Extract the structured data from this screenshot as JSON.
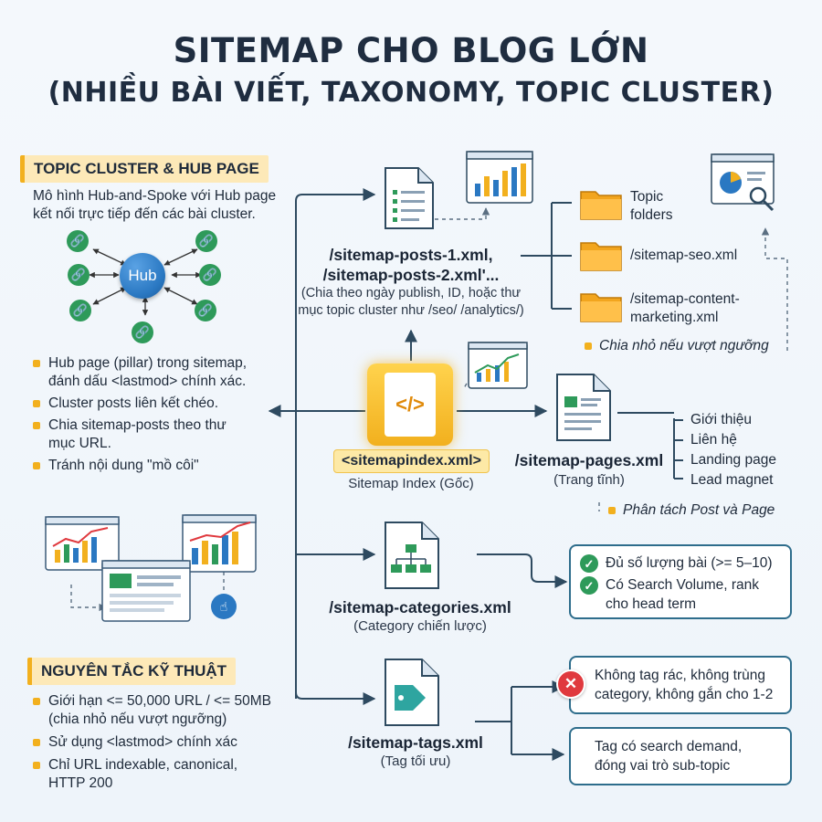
{
  "title": {
    "line1": "SITEMAP CHO BLOG LỚN",
    "line2": "(NHIỀU BÀI VIẾT, TAXONOMY, TOPIC CLUSTER)"
  },
  "topic_cluster": {
    "heading": "TOPIC CLUSTER & HUB PAGE",
    "desc_line1": "Mô hình Hub-and-Spoke với Hub page",
    "desc_line2": "kết nối trực tiếp đến các bài cluster.",
    "hub_label": "Hub",
    "bullets": [
      {
        "l1": "Hub page (pillar) trong sitemap,",
        "l2": "đánh dấu <lastmod> chính xác."
      },
      {
        "l1": "Cluster posts liên kết chéo.",
        "l2": ""
      },
      {
        "l1": "Chia sitemap-posts theo thư",
        "l2": "mục URL."
      },
      {
        "l1": "Tránh nội dung \"mồ côi\"",
        "l2": ""
      }
    ]
  },
  "technical": {
    "heading": "NGUYÊN TẮC KỸ THUẬT",
    "bullets": [
      {
        "l1": "Giới hạn <= 50,000 URL / <= 50MB",
        "l2": "(chia nhỏ nếu vượt ngưỡng)"
      },
      {
        "l1": "Sử dụng <lastmod> chính xác",
        "l2": ""
      },
      {
        "l1": "Chỉ URL indexable, canonical,",
        "l2": "HTTP 200"
      }
    ]
  },
  "index": {
    "label": "<sitemapindex.xml>",
    "sub": "Sitemap Index (Gốc)"
  },
  "posts": {
    "l1": "/sitemap-posts-1.xml,",
    "l2": "/sitemap-posts-2.xml'...",
    "s1": "(Chia theo ngày publish, ID, hoặc thư",
    "s2": "mục topic cluster như /seo/ /analytics/)"
  },
  "folders": [
    {
      "l1": "Topic",
      "l2": "folders"
    },
    {
      "l1": "/sitemap-seo.xml",
      "l2": ""
    },
    {
      "l1": "/sitemap-content-",
      "l2": "marketing.xml"
    }
  ],
  "folder_note": "Chia nhỏ nếu vượt ngưỡng",
  "pages": {
    "label": "/sitemap-pages.xml",
    "sub": "(Trang tĩnh)",
    "items": [
      "Giới thiệu",
      "Liên hệ",
      "Landing page",
      "Lead magnet"
    ],
    "note": "Phân tách Post và Page"
  },
  "categories": {
    "label": "/sitemap-categories.xml",
    "sub": "(Category chiến lược)",
    "checks": [
      {
        "l1": "Đủ số lượng bài (>= 5–10)",
        "l2": ""
      },
      {
        "l1": "Có Search Volume, rank",
        "l2": "cho head term"
      }
    ]
  },
  "tags": {
    "label": "/sitemap-tags.xml",
    "sub": "(Tag tối ưu)",
    "bad": {
      "l1": "Không tag rác, không trùng",
      "l2": "category, không gắn cho 1-2"
    },
    "good": {
      "l1": "Tag có search demand,",
      "l2": "đóng vai trò sub-topic"
    }
  },
  "colors": {
    "accent_yellow": "#f2b01e",
    "line_blue": "#2e6d8c",
    "check_green": "#2e9a5a",
    "error_red": "#e0393e",
    "hub_blue": "#2a78c2"
  }
}
